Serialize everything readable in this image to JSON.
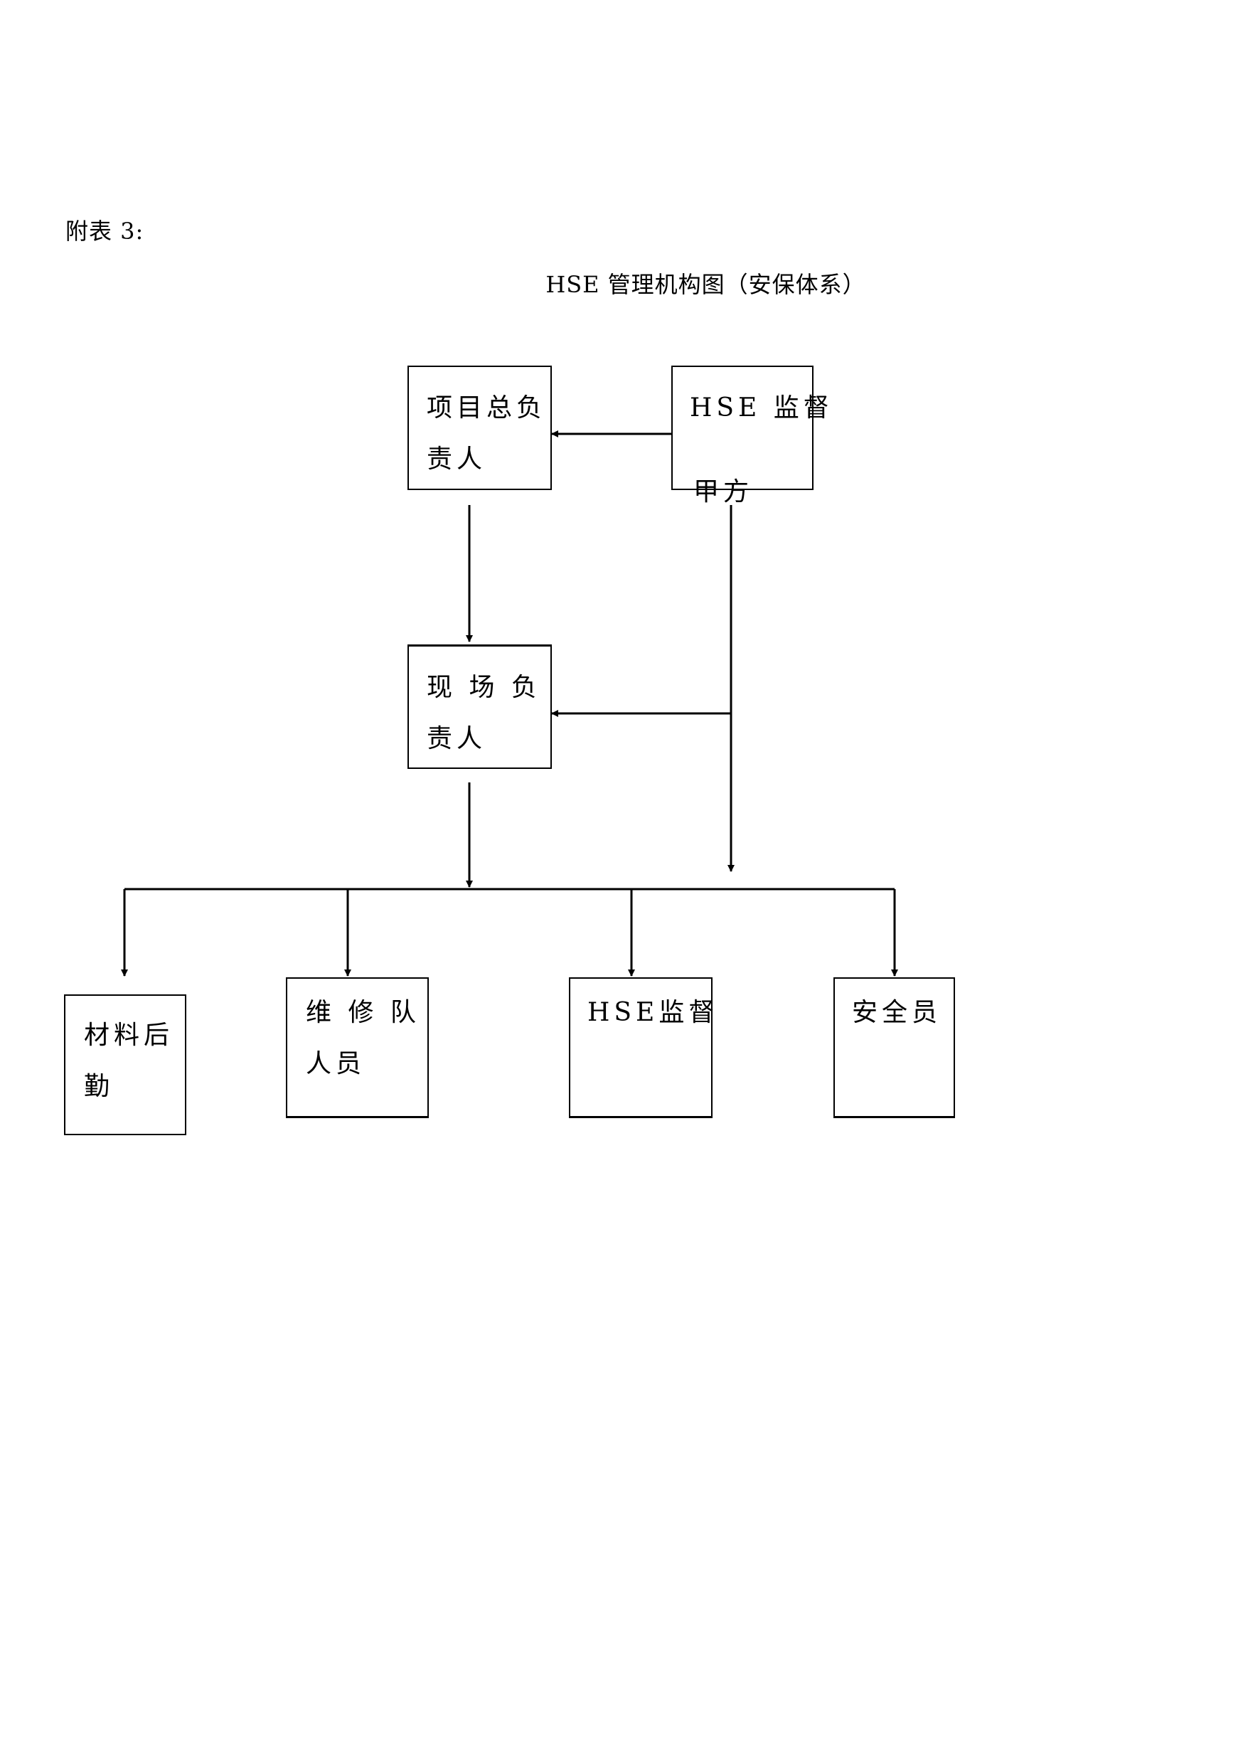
{
  "caption": "附表 3:",
  "title": "HSE 管理机构图（安保体系）",
  "nodes": {
    "project_manager": {
      "line1": "项目总负",
      "line2": "责人"
    },
    "hse_client": {
      "line1": "HSE 监督",
      "line2": "甲方"
    },
    "site_manager": {
      "line1": "现 场 负",
      "line2": "责人"
    },
    "logistics": {
      "line1": "材料后",
      "line2": "勤"
    },
    "maintenance": {
      "line1": "维 修 队",
      "line2": "人员"
    },
    "hse_supervision": {
      "line1": "HSE监督"
    },
    "safety_officer": {
      "line1": "安全员"
    }
  },
  "edges": [
    {
      "from": "hse_client",
      "to": "project_manager"
    },
    {
      "from": "project_manager",
      "to": "site_manager"
    },
    {
      "from": "hse_client",
      "to": "site_manager"
    },
    {
      "from": "hse_client",
      "to": "staff_bus"
    },
    {
      "from": "site_manager",
      "to": "staff_bus"
    },
    {
      "from": "staff_bus",
      "to": "logistics"
    },
    {
      "from": "staff_bus",
      "to": "maintenance"
    },
    {
      "from": "staff_bus",
      "to": "hse_supervision"
    },
    {
      "from": "staff_bus",
      "to": "safety_officer"
    }
  ],
  "colors": {
    "line": "#000000",
    "background": "#ffffff"
  }
}
